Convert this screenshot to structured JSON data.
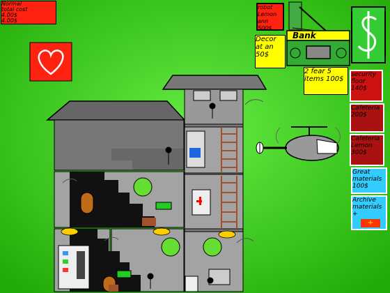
{
  "hud": {
    "stats_panel": {
      "line1": "Normal",
      "line2": "total cost",
      "line3": "4.00$",
      "line4": "4.00$"
    }
  },
  "shop": {
    "buy_panel": {
      "text": "robot  Lemon ann  500$"
    },
    "decor_panel": {
      "text": "Decor at an 50$"
    },
    "bank_sign": "Bank",
    "items": [
      {
        "text": "2 fear 5 items 100$",
        "color": "#ffff00"
      },
      {
        "text": "security floor 140$",
        "color": "#cc1111"
      },
      {
        "text": "Cafeteria 200$",
        "color": "#aa1111"
      },
      {
        "text": "Cafeteria Lemon 300$",
        "color": "#aa1111"
      },
      {
        "text": "Great materials 100$",
        "color": "#33ccff"
      },
      {
        "text": "Archive materials +",
        "color": "#33ccff"
      }
    ]
  },
  "icons": {
    "heart": "heart-icon",
    "dollar": "dollar-icon",
    "helicopter": "helicopter-icon",
    "plus": "plus-icon"
  },
  "colors": {
    "background": "#33cc11",
    "roof": "#666666",
    "wall": "#999999",
    "room": "#9a9a9a",
    "accent_red": "#ff2222",
    "accent_yellow": "#ffff00",
    "accent_cyan": "#33ccff",
    "bank_green": "#33aa33"
  }
}
